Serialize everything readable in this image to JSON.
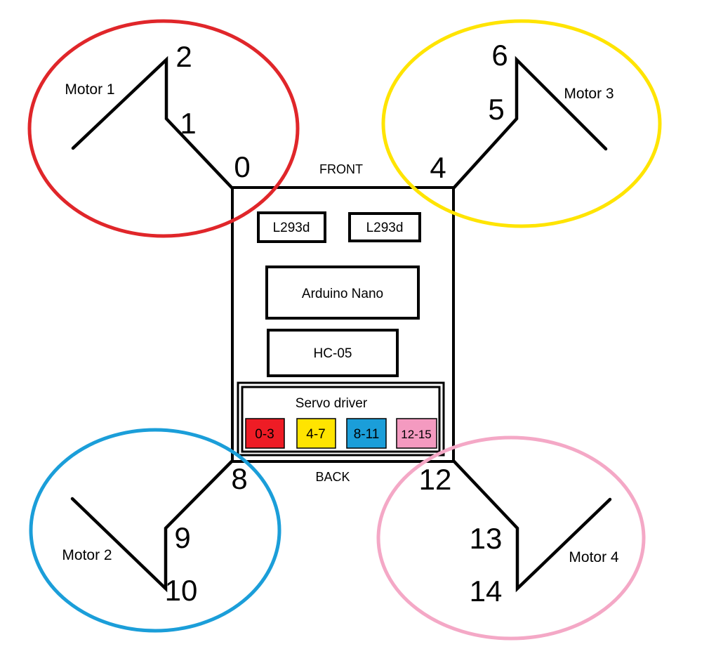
{
  "diagram": {
    "front_label": "FRONT",
    "back_label": "BACK"
  },
  "board": {
    "driver_chips": [
      {
        "label": "L293d"
      },
      {
        "label": "L293d"
      }
    ],
    "mcu_label": "Arduino Nano",
    "bluetooth_label": "HC-05",
    "servo_driver_label": "Servo driver",
    "channel_groups": [
      {
        "label": "0-3",
        "color": "#ee1c25"
      },
      {
        "label": "4-7",
        "color": "#ffe400"
      },
      {
        "label": "8-11",
        "color": "#1b9ed9"
      },
      {
        "label": "12-15",
        "color": "#f49ac0"
      }
    ]
  },
  "motors": [
    {
      "name": "Motor 1",
      "ring_color": "#e0262a",
      "servo_ids": [
        "2",
        "1",
        "0"
      ]
    },
    {
      "name": "Motor 3",
      "ring_color": "#ffe400",
      "servo_ids": [
        "6",
        "5",
        "4"
      ]
    },
    {
      "name": "Motor 2",
      "ring_color": "#1b9ed9",
      "servo_ids": [
        "8",
        "9",
        "10"
      ]
    },
    {
      "name": "Motor 4",
      "ring_color": "#f4a8c6",
      "servo_ids": [
        "12",
        "13",
        "14"
      ]
    }
  ]
}
